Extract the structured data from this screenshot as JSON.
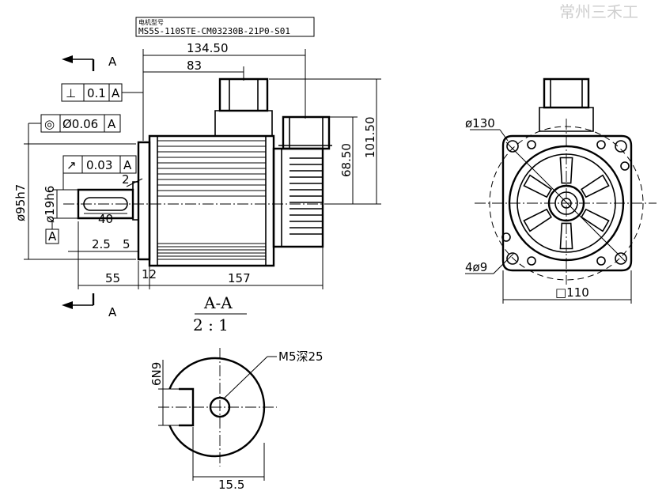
{
  "watermark": "常州三禾工",
  "title_block": {
    "label": "电机型号",
    "model": "MS5S-110STE-CM03230B-21P0-S01"
  },
  "section_view": {
    "marker": "A",
    "marker_bottom": "A",
    "title": "A-A",
    "scale": "2 : 1"
  },
  "tolerances": {
    "perpendicularity": {
      "symbol": "⊥",
      "value": "0.1",
      "datum": "A"
    },
    "concentricity": {
      "symbol": "◎",
      "value": "Ø0.06",
      "datum": "A"
    },
    "runout": {
      "symbol": "↗",
      "value": "0.03",
      "datum": "A"
    },
    "datum_flag": "A"
  },
  "dimensions": {
    "overall_length": "134.50",
    "connector_offset": "83",
    "height_total": "101.50",
    "height_connector": "68.50",
    "flange_dia": "ø95h7",
    "shaft_dia": "ø19h6",
    "chamfer": "2",
    "key_length": "40",
    "key_offset": "2.5",
    "spigot": "5",
    "shaft_length": "55",
    "flange_thickness": "12",
    "body_length": "157",
    "pcd": "ø130",
    "holes": "4ø9",
    "square": "□110",
    "key_depth": "6N9",
    "thread": "M5深25",
    "keyway_height": "15.5"
  }
}
